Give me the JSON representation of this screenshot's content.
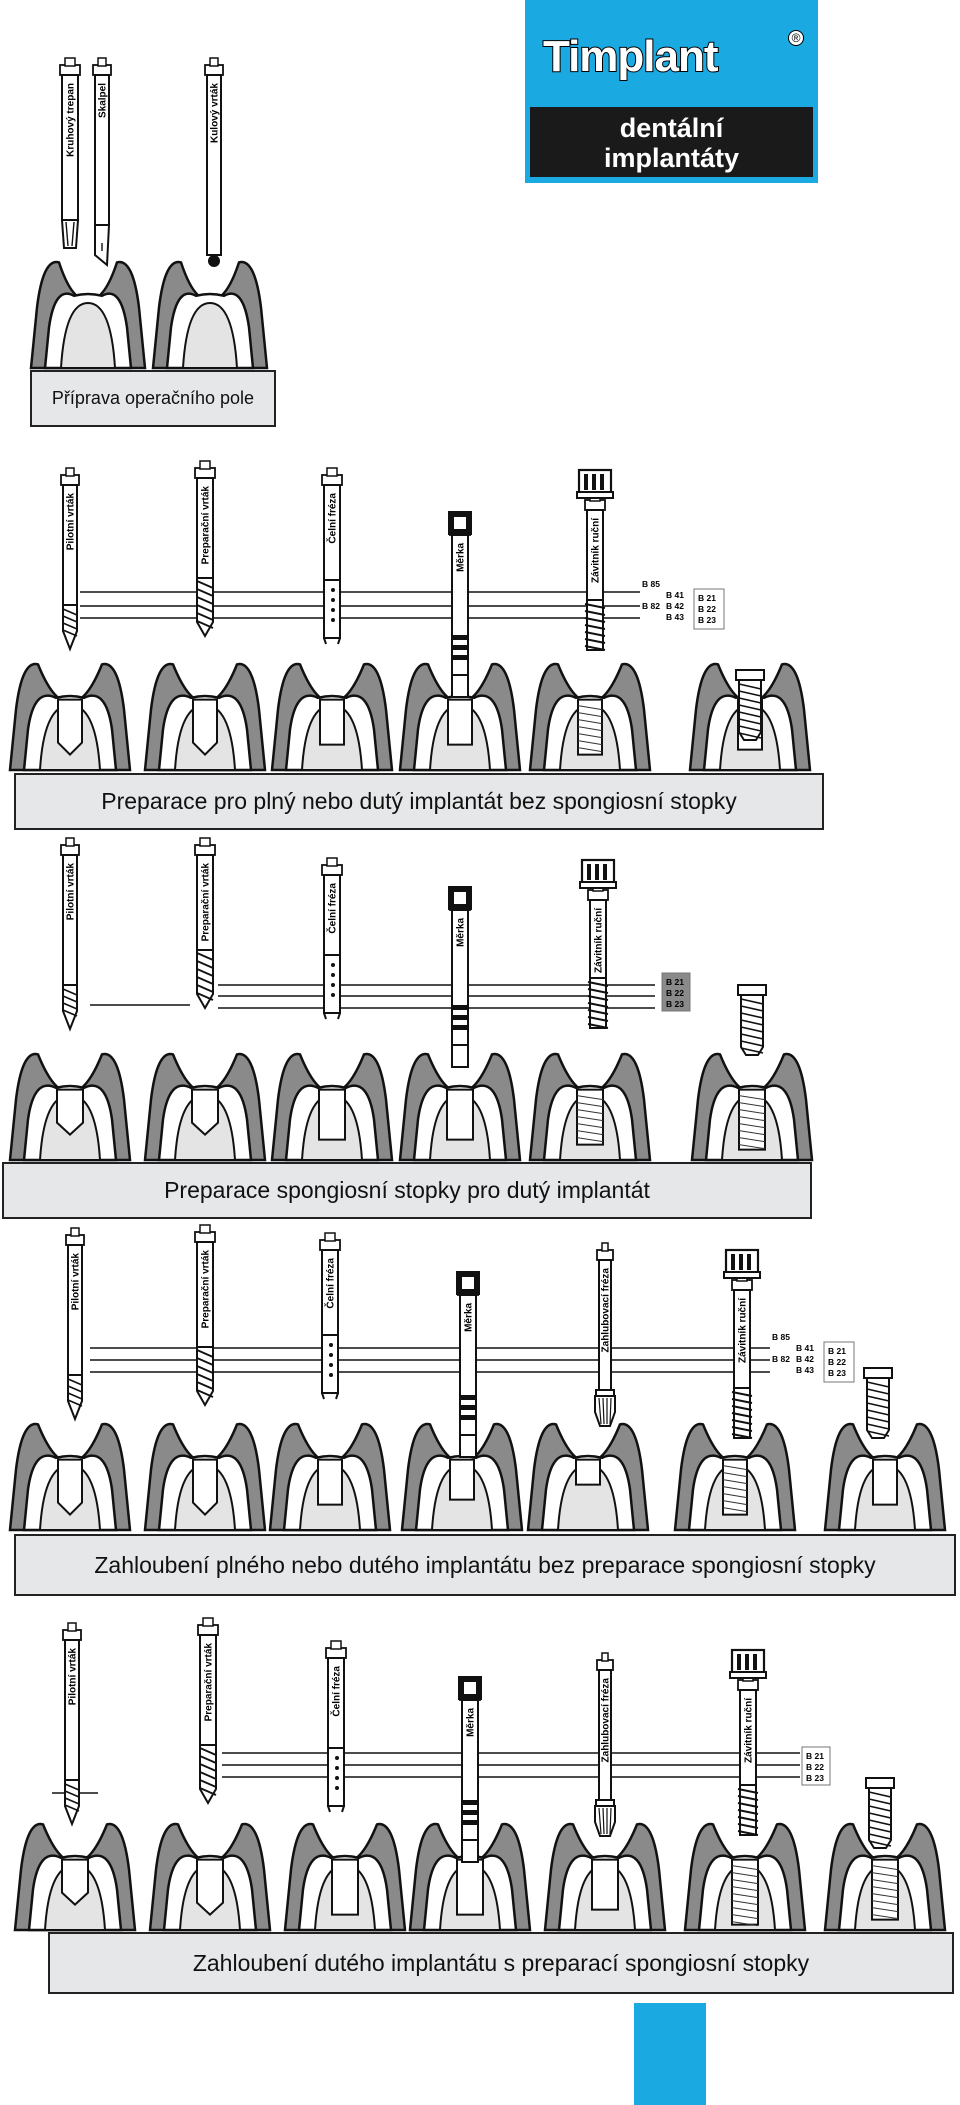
{
  "brand": {
    "name": "Timplant",
    "reg_mark": "®",
    "line1": "dentální",
    "line2": "implantáty",
    "color": "#1aa9e1"
  },
  "captions": [
    "Příprava operačního pole",
    "Preparace pro plný nebo dutý implantát bez spongiosní stopky",
    "Preparace spongiosní stopky pro dutý implantát",
    "Zahloubení plného nebo dutého implantátu bez preparace spongiosní stopky",
    "Zahloubení dutého implantátu s preparací spongiosní stopky"
  ],
  "tools": {
    "trephine": "Kruhový trepan",
    "scalpel": "Skalpel",
    "ball": "Kulový vrták",
    "pilot": "Pilotní vrták",
    "prep": "Preparační vrták",
    "face": "Čelní fréza",
    "gauge": "Měrka",
    "tap": "Závitník ruční",
    "csink": "Zahlubovací fréza"
  },
  "labels": {
    "r1": [
      "B 85",
      "B 41",
      "B 82",
      "B 42",
      "B 43",
      "B 21",
      "B 22",
      "B 23"
    ],
    "r2": [
      "B 21",
      "B 22",
      "B 23"
    ],
    "r3": [
      "B 85",
      "B 41",
      "B 82",
      "B 42",
      "B 43",
      "B 21",
      "B 22",
      "B 23"
    ],
    "r4": [
      "B 21",
      "B 22",
      "B 23"
    ]
  }
}
